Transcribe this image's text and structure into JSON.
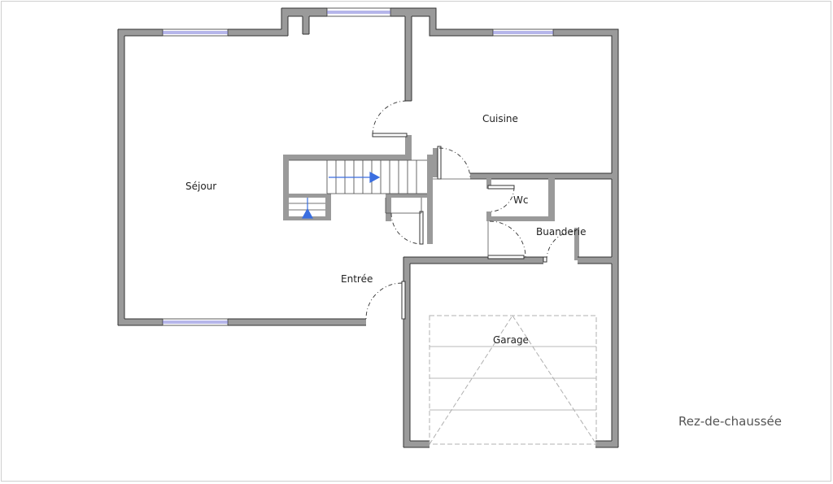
{
  "rooms": {
    "sejour": "Séjour",
    "cuisine": "Cuisine",
    "wc": "Wc",
    "buanderie": "Buanderie",
    "entree": "Entrée",
    "garage": "Garage"
  },
  "level_caption": "Rez-de-chaussée",
  "colors": {
    "wall_fill": "#9a9a9a",
    "wall_outline": "#333333",
    "window": "#6e6ed6",
    "stair_arrow": "#3a6ee0",
    "garage_door": "#b0b0b0"
  }
}
